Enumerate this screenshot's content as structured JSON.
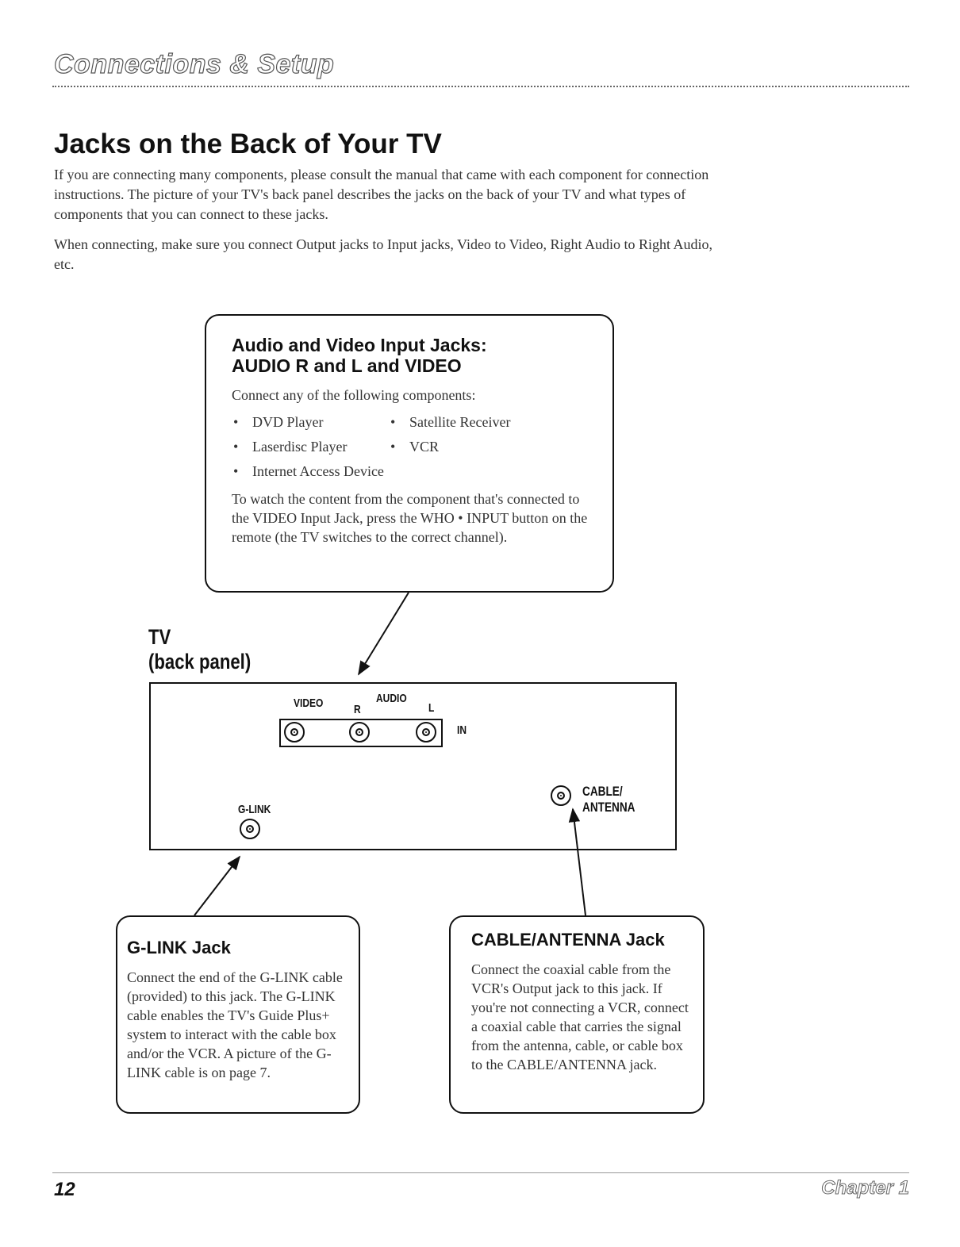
{
  "header": {
    "section_title": "Connections & Setup"
  },
  "page_title": "Jacks on the Back of Your TV",
  "intro": [
    "If you are connecting many components, please consult the manual that came with each component for connection instructions. The picture of your TV's back panel describes the jacks on the back of your TV and what types of components that you can connect to these jacks.",
    "When connecting, make sure you connect Output jacks to Input jacks, Video to Video, Right Audio to Right Audio, etc."
  ],
  "av_callout": {
    "title_line1": "Audio and Video Input Jacks:",
    "title_line2": "AUDIO R and L and VIDEO",
    "lead": "Connect any of the following components:",
    "components": [
      "DVD Player",
      "Satellite Receiver",
      "Laserdisc Player",
      "VCR",
      "Internet Access Device"
    ],
    "note": "To watch the content from the component that's connected to the VIDEO Input Jack, press the WHO • INPUT button on the remote (the TV switches to the correct channel)."
  },
  "tv_label": {
    "line1": "TV",
    "line2": "(back panel)"
  },
  "back_panel": {
    "video_label": "VIDEO",
    "audio_label": "AUDIO",
    "r_label": "R",
    "l_label": "L",
    "in_label": "IN",
    "glink_label": "G-LINK",
    "cable_label_line1": "CABLE/",
    "cable_label_line2": "ANTENNA"
  },
  "glink_callout": {
    "title": "G-LINK Jack",
    "body": "Connect the end of the G-LINK cable (provided) to this jack. The G-LINK cable enables the TV's Guide Plus+ system to interact with the cable box and/or the VCR. A picture of the G-LINK cable is on page 7."
  },
  "cable_callout": {
    "title": "CABLE/ANTENNA Jack",
    "body": "Connect the coaxial cable from the VCR's Output jack to this jack. If you're not connecting a VCR, connect a coaxial cable that carries the signal from the antenna, cable, or cable box to the CABLE/ANTENNA jack."
  },
  "footer": {
    "page_number": "12",
    "chapter": "Chapter 1"
  }
}
